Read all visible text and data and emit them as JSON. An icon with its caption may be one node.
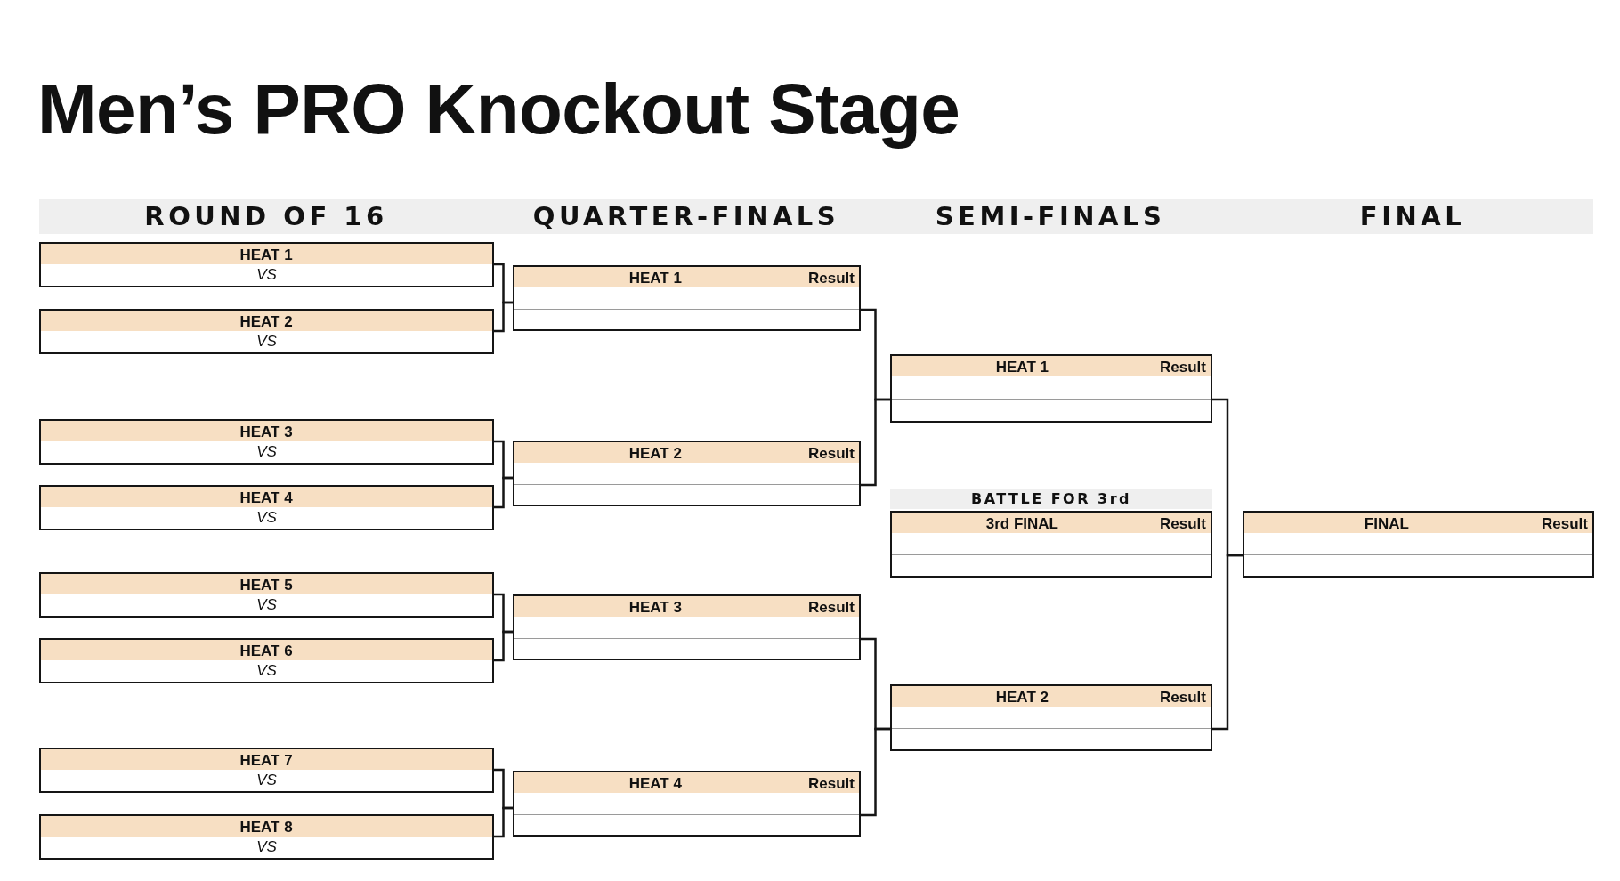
{
  "diagram": {
    "title": "Men’s PRO Knockout Stage",
    "nodes": [
      {
        "text": [
          "ROUND OF 16",
          "QUARTER-FINALS",
          "SEMI-FINALS",
          "FINAL"
        ]
      },
      {
        "text": [
          "HEAT 1",
          "VS"
        ]
      },
      {
        "text": [
          "HEAT 2",
          "VS"
        ]
      },
      {
        "text": [
          "HEAT 3",
          "VS"
        ]
      },
      {
        "text": [
          "HEAT 4",
          "VS"
        ]
      },
      {
        "text": [
          "HEAT 5",
          "VS"
        ]
      },
      {
        "text": [
          "HEAT 6",
          "VS"
        ]
      },
      {
        "text": [
          "HEAT 7",
          "VS"
        ]
      },
      {
        "text": [
          "HEAT 8",
          "VS"
        ]
      },
      {
        "text": [
          "HEAT 1",
          "Result"
        ]
      },
      {
        "text": [
          "HEAT 2",
          "Result"
        ]
      },
      {
        "text": [
          "HEAT 3",
          "Result"
        ]
      },
      {
        "text": [
          "HEAT 4",
          "Result"
        ]
      },
      {
        "text": [
          "HEAT 1",
          "Result"
        ]
      },
      {
        "text": [
          "BATTLE FOR 3rd"
        ]
      },
      {
        "text": [
          "3rd FINAL",
          "Result"
        ]
      },
      {
        "text": [
          "HEAT 2",
          "Result"
        ]
      },
      {
        "text": [
          "FINAL",
          "Result"
        ]
      }
    ],
    "edges": [
      {
        "from": 1,
        "to": 9,
        "arrow": "none"
      },
      {
        "from": 2,
        "to": 9,
        "arrow": "none"
      },
      {
        "from": 3,
        "to": 10,
        "arrow": "none"
      },
      {
        "from": 4,
        "to": 10,
        "arrow": "none"
      },
      {
        "from": 5,
        "to": 11,
        "arrow": "none"
      },
      {
        "from": 6,
        "to": 11,
        "arrow": "none"
      },
      {
        "from": 7,
        "to": 12,
        "arrow": "none"
      },
      {
        "from": 8,
        "to": 12,
        "arrow": "none"
      },
      {
        "from": 9,
        "to": 13,
        "arrow": "none"
      },
      {
        "from": 10,
        "to": 13,
        "arrow": "none"
      },
      {
        "from": 11,
        "to": 16,
        "arrow": "none"
      },
      {
        "from": 12,
        "to": 16,
        "arrow": "none"
      },
      {
        "from": 13,
        "to": 17,
        "arrow": "none"
      },
      {
        "from": 16,
        "to": 17,
        "arrow": "none"
      }
    ]
  }
}
